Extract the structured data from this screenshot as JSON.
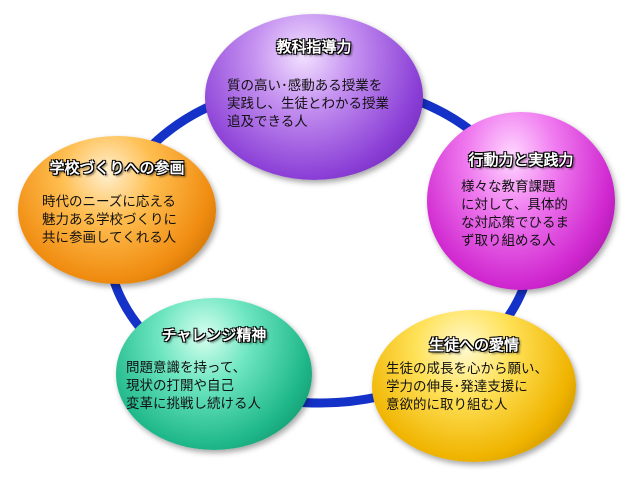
{
  "diagram": {
    "ring_color": "#1432c8",
    "nodes": {
      "top": {
        "title": "教科指導力",
        "body": "質の高い･感動ある授業を\n実践し、生徒とわかる授業\n追及できる人",
        "color": "#8a3ed6"
      },
      "right": {
        "title": "行動力と実践力",
        "body": "様々な教育課題\nに対して、具体的\nな対応策でひるま\nず取り組める人",
        "color": "#d028d0"
      },
      "bottom_right": {
        "title": "生徒への愛情",
        "body": "生徒の成長を心から願い、\n学力の伸長･発達支援に\n意欲的に取り組む人",
        "color": "#f0b400"
      },
      "bottom_left": {
        "title": "チャレンジ精神",
        "body": "問題意識を持って、\n現状の打開や自己\n変革に挑戦し続ける人",
        "color": "#1fb88a"
      },
      "left": {
        "title": "学校づくりへの参画",
        "body": "時代のニーズに応える\n魅力ある学校づくりに\n共に参画してくれる人",
        "color": "#f08c10"
      }
    }
  }
}
